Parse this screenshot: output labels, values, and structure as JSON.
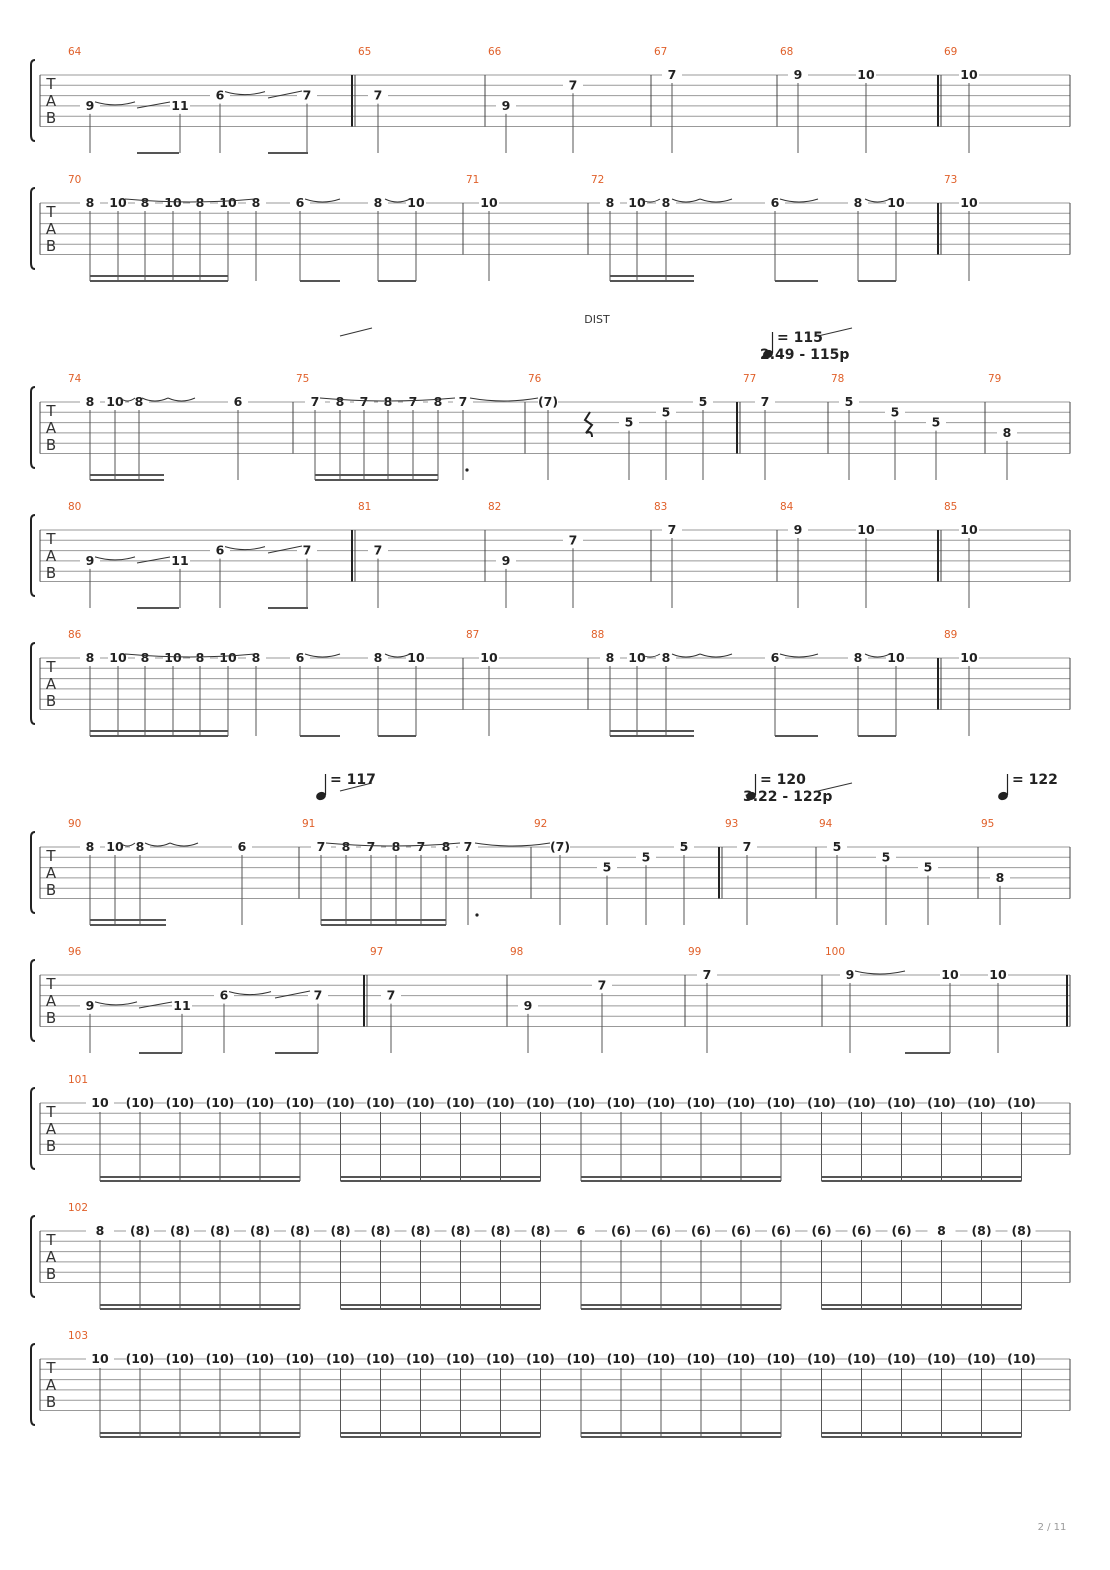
{
  "page": {
    "number": "2 / 11"
  },
  "clef": {
    "t": "T",
    "a": "A",
    "b": "B"
  },
  "annotations": {
    "dist": "DIST"
  },
  "tempos": [
    {
      "label": "= 115",
      "sub": "2.49 - 115p"
    },
    {
      "label": "= 117",
      "sub": ""
    },
    {
      "label": "= 120",
      "sub": "3.22 - 122p"
    },
    {
      "label": "= 122",
      "sub": ""
    }
  ],
  "systems": [
    {
      "measures": [
        {
          "num": "64",
          "notes": [
            "9",
            "11",
            "6",
            "7"
          ]
        },
        {
          "num": "65",
          "notes": [
            "7"
          ]
        },
        {
          "num": "66",
          "notes": [
            "9",
            "7"
          ]
        },
        {
          "num": "67",
          "notes": [
            "7"
          ]
        },
        {
          "num": "68",
          "notes": [
            "9",
            "10"
          ]
        },
        {
          "num": "69",
          "notes": [
            "10"
          ]
        }
      ]
    },
    {
      "measures": [
        {
          "num": "70",
          "notes": [
            "8",
            "10",
            "8",
            "10",
            "8",
            "10",
            "8",
            "6",
            "8",
            "10"
          ]
        },
        {
          "num": "71",
          "notes": [
            "10"
          ]
        },
        {
          "num": "72",
          "notes": [
            "8",
            "10",
            "8",
            "6",
            "8",
            "10"
          ]
        },
        {
          "num": "73",
          "notes": [
            "10"
          ]
        }
      ]
    },
    {
      "measures": [
        {
          "num": "74",
          "notes": [
            "8",
            "10",
            "8",
            "6"
          ]
        },
        {
          "num": "75",
          "notes": [
            "7",
            "8",
            "7",
            "8",
            "7",
            "8",
            "7"
          ]
        },
        {
          "num": "76",
          "notes": [
            "(7)",
            "5",
            "5",
            "5"
          ]
        },
        {
          "num": "77",
          "notes": [
            "7"
          ]
        },
        {
          "num": "78",
          "notes": [
            "5",
            "5",
            "5"
          ]
        },
        {
          "num": "79",
          "notes": [
            "8"
          ]
        }
      ]
    },
    {
      "measures": [
        {
          "num": "80",
          "notes": [
            "9",
            "11",
            "6",
            "7"
          ]
        },
        {
          "num": "81",
          "notes": [
            "7"
          ]
        },
        {
          "num": "82",
          "notes": [
            "9",
            "7"
          ]
        },
        {
          "num": "83",
          "notes": [
            "7"
          ]
        },
        {
          "num": "84",
          "notes": [
            "9",
            "10"
          ]
        },
        {
          "num": "85",
          "notes": [
            "10"
          ]
        }
      ]
    },
    {
      "measures": [
        {
          "num": "86",
          "notes": [
            "8",
            "10",
            "8",
            "10",
            "8",
            "10",
            "8",
            "6",
            "8",
            "10"
          ]
        },
        {
          "num": "87",
          "notes": [
            "10"
          ]
        },
        {
          "num": "88",
          "notes": [
            "8",
            "10",
            "8",
            "6",
            "8",
            "10"
          ]
        },
        {
          "num": "89",
          "notes": [
            "10"
          ]
        }
      ]
    },
    {
      "measures": [
        {
          "num": "90",
          "notes": [
            "8",
            "10",
            "8",
            "6"
          ]
        },
        {
          "num": "91",
          "notes": [
            "7",
            "8",
            "7",
            "8",
            "7",
            "8",
            "7"
          ]
        },
        {
          "num": "92",
          "notes": [
            "(7)",
            "5",
            "5",
            "5"
          ]
        },
        {
          "num": "93",
          "notes": [
            "7"
          ]
        },
        {
          "num": "94",
          "notes": [
            "5",
            "5",
            "5"
          ]
        },
        {
          "num": "95",
          "notes": [
            "8"
          ]
        }
      ]
    },
    {
      "measures": [
        {
          "num": "96",
          "notes": [
            "9",
            "11",
            "6",
            "7"
          ]
        },
        {
          "num": "97",
          "notes": [
            "7"
          ]
        },
        {
          "num": "98",
          "notes": [
            "9",
            "7"
          ]
        },
        {
          "num": "99",
          "notes": [
            "7"
          ]
        },
        {
          "num": "100",
          "notes": [
            "9",
            "10",
            "10"
          ]
        }
      ]
    },
    {
      "measures": [
        {
          "num": "101",
          "notes": [
            "10",
            "(10)",
            "(10)",
            "(10)",
            "(10)",
            "(10)",
            "(10)",
            "(10)",
            "(10)",
            "(10)",
            "(10)",
            "(10)",
            "(10)",
            "(10)",
            "(10)",
            "(10)",
            "(10)",
            "(10)",
            "(10)",
            "(10)",
            "(10)",
            "(10)",
            "(10)",
            "(10)"
          ]
        }
      ]
    },
    {
      "measures": [
        {
          "num": "102",
          "notes": [
            "8",
            "(8)",
            "(8)",
            "(8)",
            "(8)",
            "(8)",
            "(8)",
            "(8)",
            "(8)",
            "(8)",
            "(8)",
            "(8)",
            "6",
            "(6)",
            "(6)",
            "(6)",
            "(6)",
            "(6)",
            "(6)",
            "(6)",
            "(6)",
            "8",
            "(8)",
            "(8)"
          ]
        }
      ]
    },
    {
      "measures": [
        {
          "num": "103",
          "notes": [
            "10",
            "(10)",
            "(10)",
            "(10)",
            "(10)",
            "(10)",
            "(10)",
            "(10)",
            "(10)",
            "(10)",
            "(10)",
            "(10)",
            "(10)",
            "(10)",
            "(10)",
            "(10)",
            "(10)",
            "(10)",
            "(10)",
            "(10)",
            "(10)",
            "(10)",
            "(10)",
            "(10)"
          ]
        }
      ]
    }
  ]
}
